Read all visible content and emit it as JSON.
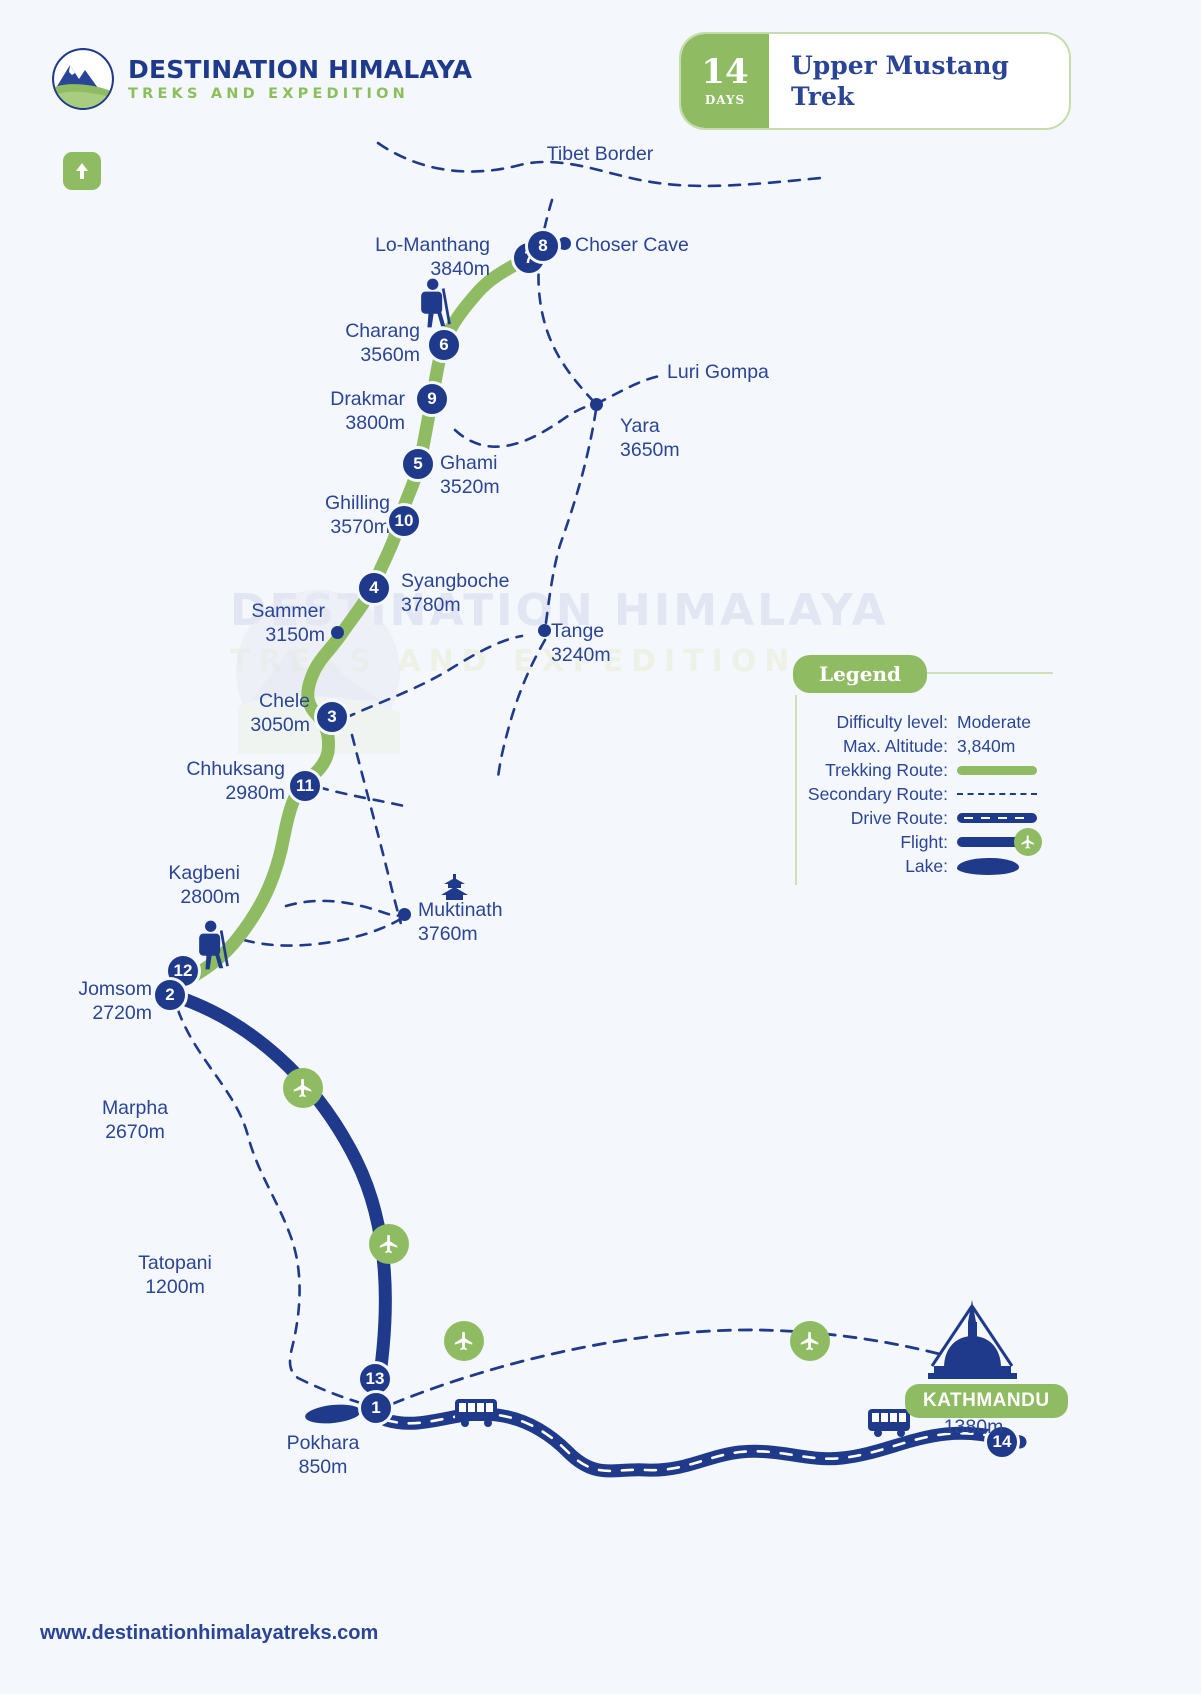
{
  "brand": {
    "name": "DESTINATION HIMALAYA",
    "tagline": "TREKS AND EXPEDITION",
    "watermark_line1": "DESTINATION HIMALAYA",
    "watermark_line2": "TREKS AND EXPEDITION"
  },
  "title_badge": {
    "days_number": "14",
    "days_label": "DAYS",
    "trek_name": "Upper Mustang\nTrek"
  },
  "legend": {
    "heading": "Legend",
    "rows": [
      {
        "key": "Difficulty level:",
        "value": "Moderate",
        "swatch": "text"
      },
      {
        "key": "Max. Altitude:",
        "value": "3,840m",
        "swatch": "text"
      },
      {
        "key": "Trekking Route:",
        "value": "",
        "swatch": "green-line"
      },
      {
        "key": "Secondary Route:",
        "value": "",
        "swatch": "dashed-line"
      },
      {
        "key": "Drive Route:",
        "value": "",
        "swatch": "drive-line"
      },
      {
        "key": "Flight:",
        "value": "",
        "swatch": "flight-line"
      },
      {
        "key": "Lake:",
        "value": "",
        "swatch": "lake-shape"
      }
    ]
  },
  "map": {
    "border_label": "Tibet Border",
    "places": [
      {
        "name": "Lo-Manthang",
        "altitude": "3840m"
      },
      {
        "name": "Choser Cave",
        "altitude": ""
      },
      {
        "name": "Charang",
        "altitude": "3560m"
      },
      {
        "name": "Luri Gompa",
        "altitude": ""
      },
      {
        "name": "Drakmar",
        "altitude": "3800m"
      },
      {
        "name": "Yara",
        "altitude": "3650m"
      },
      {
        "name": "Ghami",
        "altitude": "3520m"
      },
      {
        "name": "Ghilling",
        "altitude": "3570m"
      },
      {
        "name": "Syangboche",
        "altitude": "3780m"
      },
      {
        "name": "Sammer",
        "altitude": "3150m"
      },
      {
        "name": "Tange",
        "altitude": "3240m"
      },
      {
        "name": "Chele",
        "altitude": "3050m"
      },
      {
        "name": "Chhuksang",
        "altitude": "2980m"
      },
      {
        "name": "Kagbeni",
        "altitude": "2800m"
      },
      {
        "name": "Muktinath",
        "altitude": "3760m"
      },
      {
        "name": "Jomsom",
        "altitude": "2720m"
      },
      {
        "name": "Marpha",
        "altitude": "2670m"
      },
      {
        "name": "Tatopani",
        "altitude": "1200m"
      },
      {
        "name": "Pokhara",
        "altitude": "850m"
      },
      {
        "name": "KATHMANDU",
        "altitude": "1380m"
      }
    ],
    "labels": {
      "tibet_border": "Tibet Border",
      "lo_manthang": "Lo-Manthang\n3840m",
      "choser_cave": "Choser Cave",
      "charang": "Charang\n3560m",
      "luri_gompa": "Luri Gompa",
      "drakmar": "Drakmar\n3800m",
      "yara": "Yara\n3650m",
      "ghami": "Ghami\n3520m",
      "ghilling": "Ghilling\n3570m",
      "syangboche": "Syangboche\n3780m",
      "sammer": "Sammer\n3150m",
      "tange": "Tange\n3240m",
      "chele": "Chele\n3050m",
      "chhuksang": "Chhuksang\n2980m",
      "kagbeni": "Kagbeni\n2800m",
      "muktinath": "Muktinath\n3760m",
      "jomsom": "Jomsom\n2720m",
      "marpha": "Marpha\n2670m",
      "tatopani": "Tatopani\n1200m",
      "pokhara": "Pokhara\n850m",
      "kathmandu_name": "KATHMANDU",
      "kathmandu_alt": "1380m"
    },
    "waypoints": [
      {
        "n": "1"
      },
      {
        "n": "2"
      },
      {
        "n": "3"
      },
      {
        "n": "4"
      },
      {
        "n": "5"
      },
      {
        "n": "6"
      },
      {
        "n": "7"
      },
      {
        "n": "8"
      },
      {
        "n": "9"
      },
      {
        "n": "10"
      },
      {
        "n": "11"
      },
      {
        "n": "12"
      },
      {
        "n": "13"
      },
      {
        "n": "14"
      }
    ]
  },
  "footer": {
    "website": "www.destinationhimalayatreks.com"
  },
  "colors": {
    "brand_blue": "#2b4596",
    "deep_blue": "#1f3a8a",
    "brand_green": "#8fbc63",
    "background": "#f4f7fb"
  }
}
